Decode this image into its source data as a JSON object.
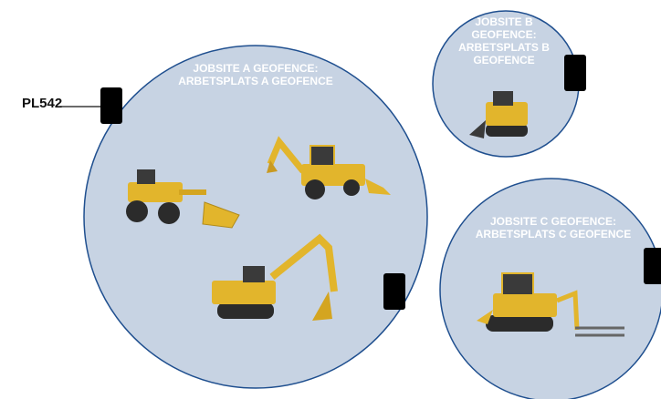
{
  "tag_label": "PL542",
  "geofences": {
    "a": {
      "label_line1": "JOBSITE A GEOFENCE:",
      "label_line2": "ARBETSPLATS A GEOFENCE"
    },
    "b": {
      "label_line1": "JOBSITE B",
      "label_line2": "GEOFENCE:",
      "label_line3": "ARBETSPLATS B",
      "label_line4": "GEOFENCE"
    },
    "c": {
      "label_line1": "JOBSITE C GEOFENCE:",
      "label_line2": "ARBETSPLATS C GEOFENCE"
    }
  },
  "colors": {
    "fence_fill": "#c7d3e3",
    "fence_stroke": "#1f4f8f",
    "machine_yellow": "#e2b52c",
    "machine_dark": "#3a3a3a",
    "tag": "#000000"
  },
  "icons": [
    "wheel-loader-icon",
    "backhoe-loader-icon",
    "excavator-icon",
    "compact-track-loader-icon",
    "track-loader-icon",
    "tracker-tag-icon"
  ]
}
